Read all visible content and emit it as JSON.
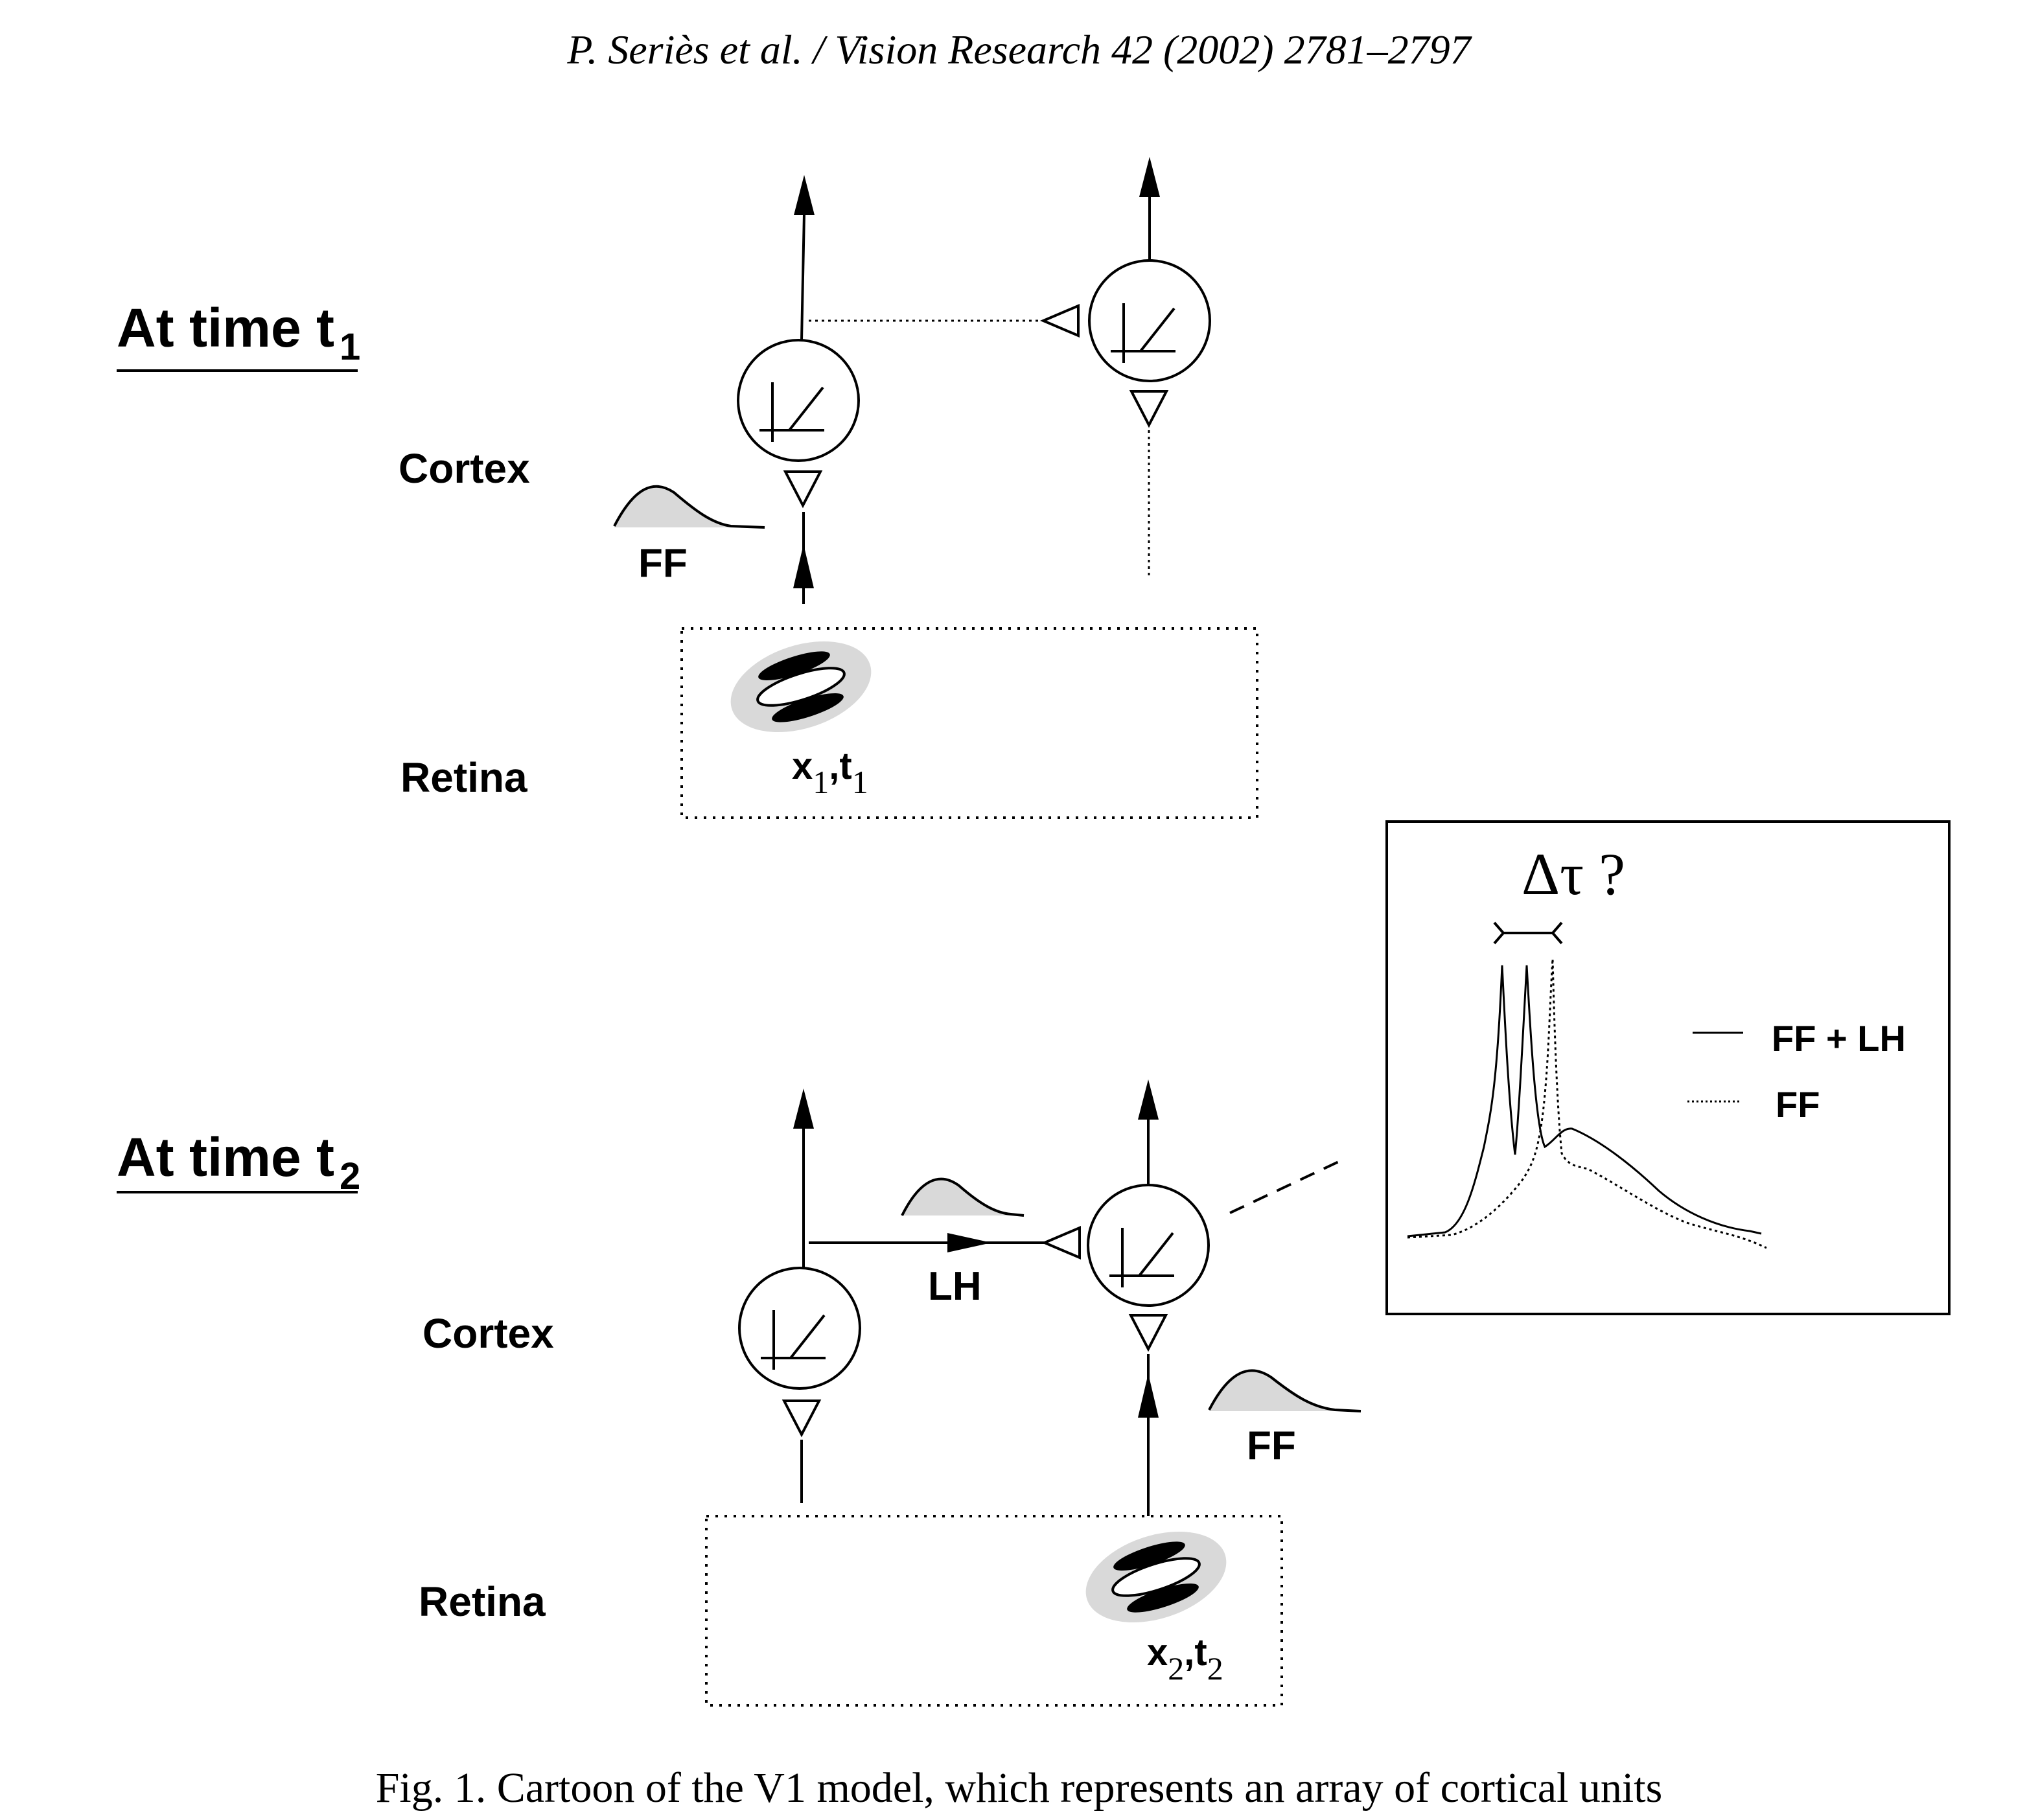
{
  "header": {
    "running_head": "P. Seriès et al. / Vision Research 42 (2002) 2781–2797"
  },
  "panel_t1": {
    "heading_main": "At time t",
    "heading_sub": "1",
    "cortex_label": "Cortex",
    "retina_label": "Retina",
    "ff_label": "FF",
    "stimulus_label_x": "x",
    "stimulus_sub_1": "1",
    "stimulus_comma_t": ",t",
    "stimulus_sub_2": "1"
  },
  "panel_t2": {
    "heading_main": "At time t",
    "heading_sub": "2",
    "cortex_label": "Cortex",
    "retina_label": "Retina",
    "lh_label": "LH",
    "ff_label": "FF",
    "stimulus_label_x": "x",
    "stimulus_sub_1": "2",
    "stimulus_comma_t": ",t",
    "stimulus_sub_2": "2"
  },
  "inset": {
    "title": "Δτ ?",
    "legend": [
      {
        "label": "FF + LH",
        "style": "solid"
      },
      {
        "label": "FF",
        "style": "dotted"
      }
    ]
  },
  "caption": {
    "text": "Fig. 1. Cartoon of the V1 model, which represents an array of cortical units"
  },
  "colors": {
    "ink": "#000000",
    "shade": "#d9d9d9"
  },
  "icons": [
    "neuron-circle-icon",
    "synapse-triangle-icon",
    "gabor-stimulus-icon",
    "response-bump-icon"
  ]
}
